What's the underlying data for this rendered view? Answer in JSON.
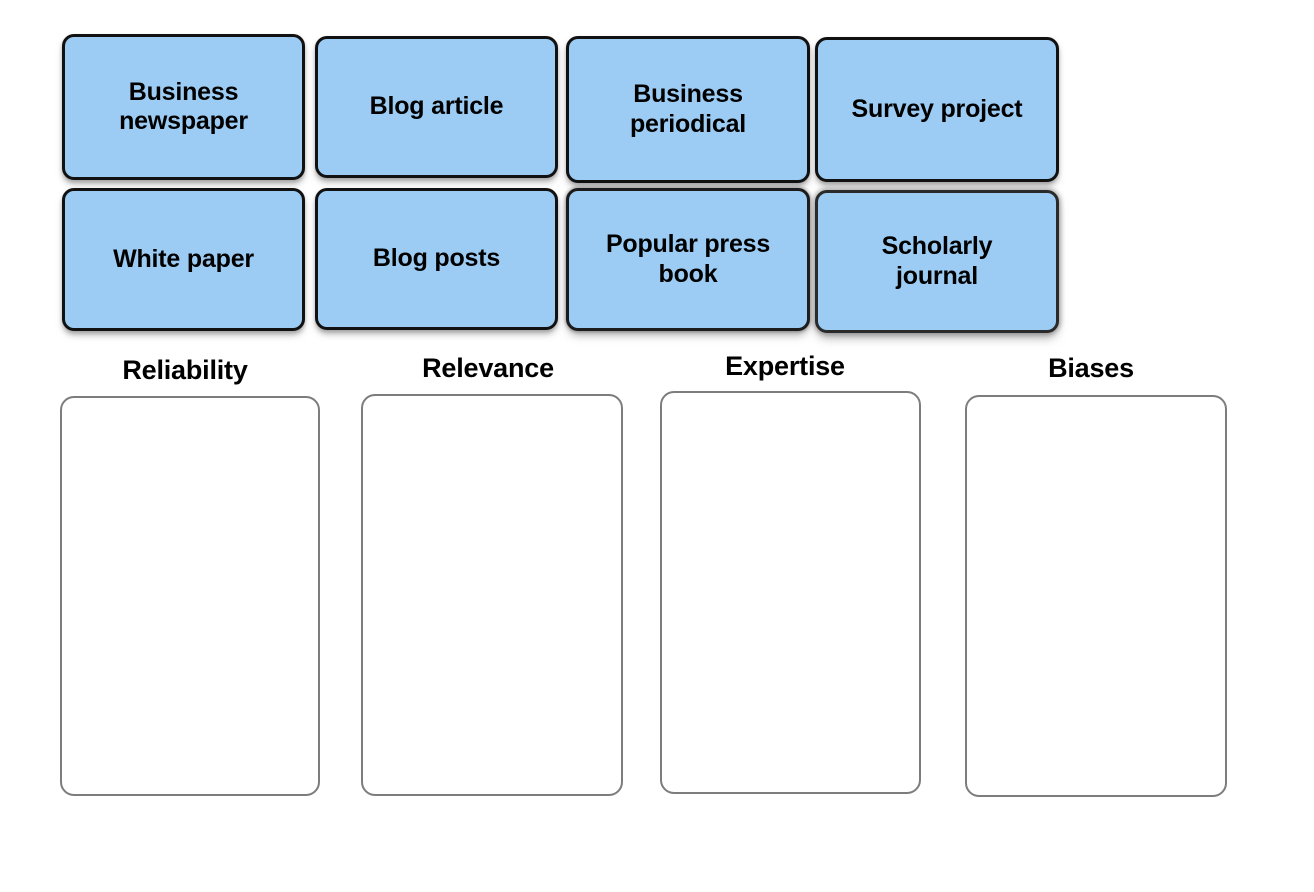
{
  "activity": {
    "type": "drag-and-drop-sorting-board",
    "background_color": "#ffffff",
    "card_fill_color": "#9CCCF4",
    "card_border_color": "#111111",
    "dropzone_border_color": "#7d7d7d"
  },
  "source_cards": [
    {
      "id": "business-newspaper",
      "label": "Business\nnewspaper",
      "row": 1,
      "col": 1
    },
    {
      "id": "blog-article",
      "label": "Blog article",
      "row": 1,
      "col": 2
    },
    {
      "id": "business-periodical",
      "label": "Business\nperiodical",
      "row": 1,
      "col": 3
    },
    {
      "id": "survey-project",
      "label": "Survey project",
      "row": 1,
      "col": 4
    },
    {
      "id": "white-paper",
      "label": "White paper",
      "row": 2,
      "col": 1
    },
    {
      "id": "blog-posts",
      "label": "Blog posts",
      "row": 2,
      "col": 2
    },
    {
      "id": "popular-press-book",
      "label": "Popular press\nbook",
      "row": 2,
      "col": 3
    },
    {
      "id": "scholarly-journal",
      "label": "Scholarly\njournal",
      "row": 2,
      "col": 4
    }
  ],
  "categories": [
    {
      "id": "reliability",
      "title": "Reliability",
      "items": []
    },
    {
      "id": "relevance",
      "title": "Relevance",
      "items": []
    },
    {
      "id": "expertise",
      "title": "Expertise",
      "items": []
    },
    {
      "id": "biases",
      "title": "Biases",
      "items": []
    }
  ]
}
